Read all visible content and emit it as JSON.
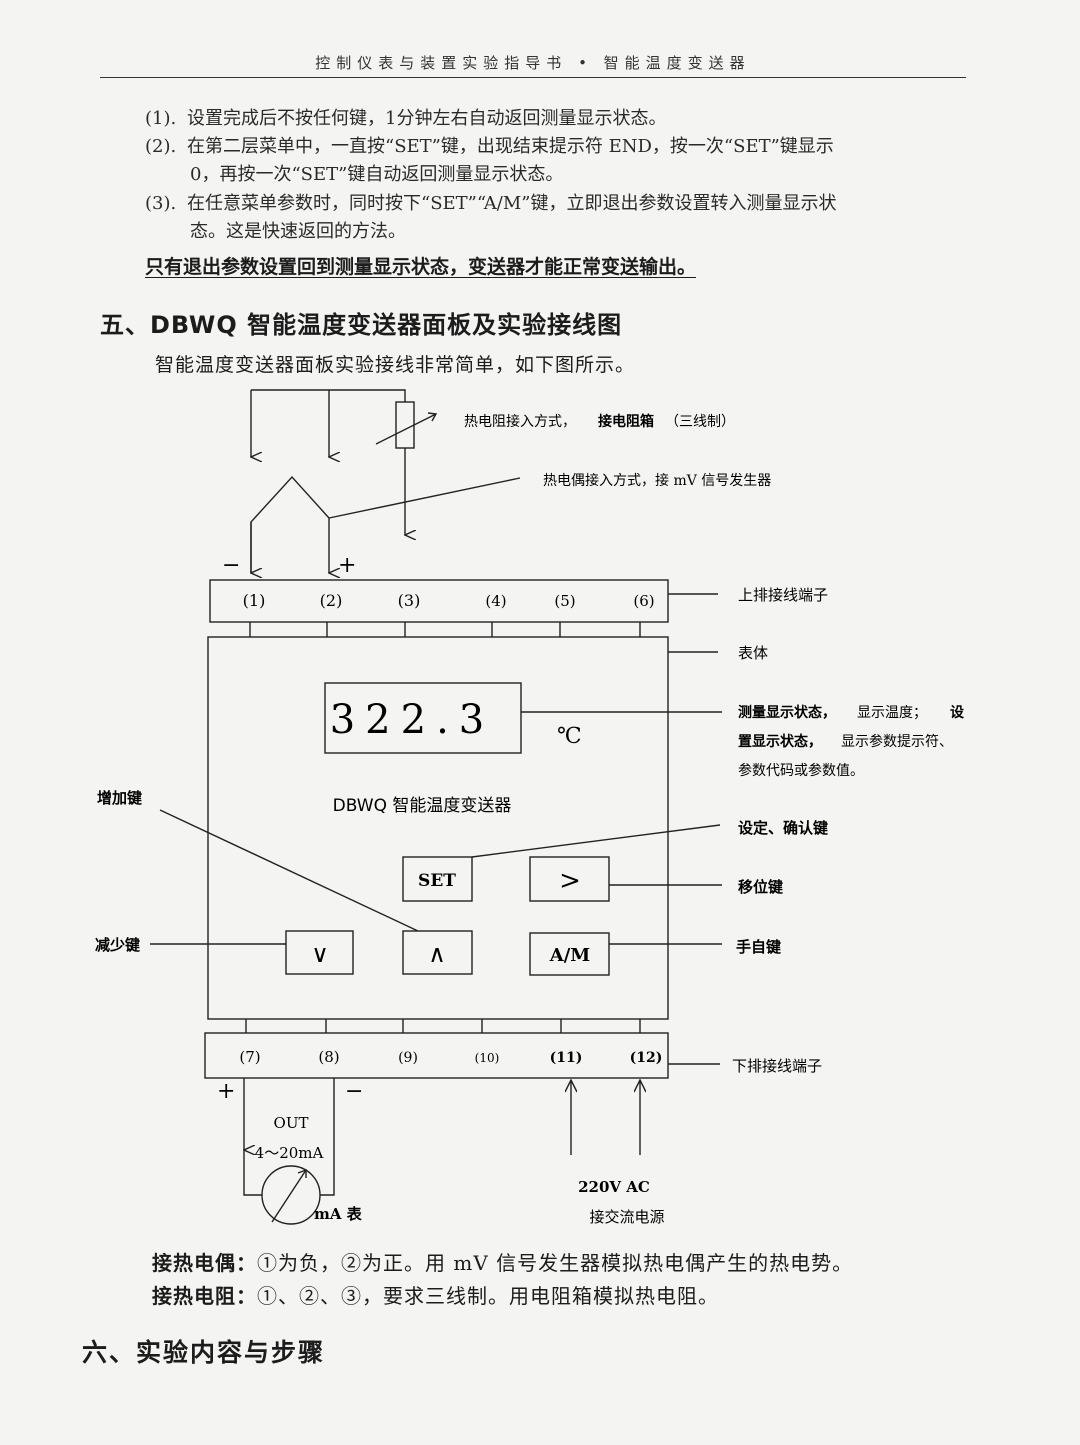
{
  "header": {
    "title": "控制仪表与装置实验指导书 • 智能温度变送器"
  },
  "notes": [
    {
      "num": "(1).",
      "lines": [
        "设置完成后不按任何键，1分钟左右自动返回测量显示状态。"
      ]
    },
    {
      "num": "(2).",
      "lines": [
        "在第二层菜单中，一直按“SET”键，出现结束提示符 END，按一次“SET”键显示",
        "0，再按一次“SET”键自动返回测量显示状态。"
      ]
    },
    {
      "num": "(3).",
      "lines": [
        "在任意菜单参数时，同时按下“SET”“A/M”键，立即退出参数设置转入测量显示状",
        "态。这是快速返回的方法。"
      ]
    }
  ],
  "important_note": "只有退出参数设置回到测量显示状态，变送器才能正常变送输出。",
  "section5": {
    "title": "五、DBWQ 智能温度变送器面板及实验接线图",
    "intro": "智能温度变送器面板实验接线非常简单，如下图所示。"
  },
  "diagram": {
    "rtd_label_a": "热电阻接入方式，",
    "rtd_label_b": "接电阻箱",
    "rtd_label_c": "（三线制）",
    "tc_label": "热电偶接入方式，接 mV 信号发生器",
    "minus_top": "−",
    "plus_top": "+",
    "top_terminals": [
      "(1)",
      "(2)",
      "(3)",
      "(4)",
      "(5)",
      "(6)"
    ],
    "top_terminal_label": "上排接线端子",
    "body_label": "表体",
    "display_value": "322.3",
    "unit": "℃",
    "display_desc_a1": "测量显示状态，",
    "display_desc_a2": "显示温度；",
    "display_desc_a3": "设",
    "display_desc_b1": "置显示状态，",
    "display_desc_b2": "显示参数提示符、",
    "display_desc_c": "参数代码或参数值。",
    "device_name": "DBWQ 智能温度变送器",
    "inc_label": "增加键",
    "set_confirm_label": "设定、确认键",
    "shift_label": "移位键",
    "dec_label": "减少键",
    "am_desc_label": "手自键",
    "btn_set": "SET",
    "btn_shift": ">",
    "btn_down": "∨",
    "btn_up": "∧",
    "btn_am": "A/M",
    "bottom_terminals": [
      "(7)",
      "(8)",
      "(9)",
      "(10)",
      "(11)",
      "(12)"
    ],
    "bottom_terminal_label": "下排接线端子",
    "plus_bottom": "+",
    "minus_bottom": "−",
    "out_label": "OUT",
    "out_range": "4～20mA",
    "meter_label": "mA 表",
    "power_label": "220V AC",
    "power_desc": "接交流电源"
  },
  "footnotes": {
    "tc_bold": "接热电偶：",
    "tc_text": "①为负，②为正。用 mV 信号发生器模拟热电偶产生的热电势。",
    "rtd_bold": "接热电阻：",
    "rtd_text": "①、②、③，要求三线制。用电阻箱模拟热电阻。"
  },
  "section6": {
    "title": "六、实验内容与步骤"
  }
}
